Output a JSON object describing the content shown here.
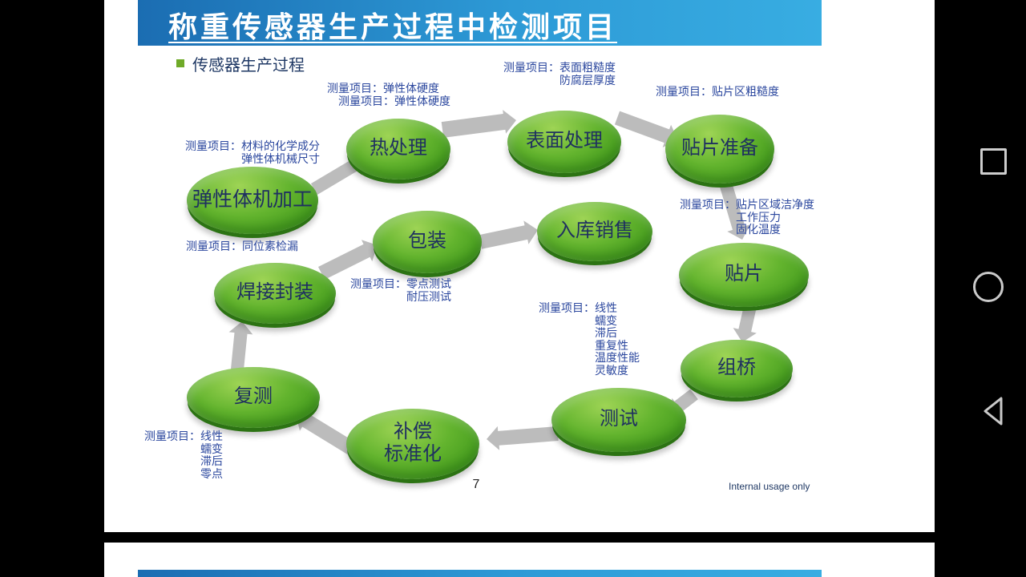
{
  "slide": {
    "title": "称重传感器生产过程中检测项目",
    "bullet": "传感器生产过程",
    "page_number": "7",
    "footer_note": "Internal usage only",
    "nodes": {
      "elastomer": "弹性体机加工",
      "heat": "热处理",
      "surface": "表面处理",
      "patch_prep": "贴片准备",
      "patch": "贴片",
      "bridge": "组桥",
      "test": "测试",
      "compensation": "补偿\n标准化",
      "retest": "复测",
      "weld": "焊接封装",
      "package": "包装",
      "sales": "入库销售"
    },
    "annotations": {
      "elastomer": "测量项目：材料的化学成分\n　　　　　弹性体机械尺寸",
      "heat": "测量项目：弹性体硬度\n　测量项目：弹性体硬度",
      "surface": "测量项目：表面粗糙度\n　　　　　防腐层厚度",
      "patch_prep": "测量项目：贴片区粗糙度",
      "patch": "测量项目：贴片区域洁净度\n　　　　　工作压力\n　　　　　固化温度",
      "test": "测量项目：线性\n　　　　　蠕变\n　　　　　滞后\n　　　　　重复性\n　　　　　温度性能\n　　　　　灵敏度",
      "weld": "测量项目：同位素检漏",
      "package": "测量项目：零点测试\n　　　　　耐压测试",
      "retest": "测量项目：线性\n　　　　　蠕变\n　　　　　滞后\n　　　　　零点"
    },
    "colors": {
      "title_bar_start": "#1b6db2",
      "title_bar_end": "#38ade2",
      "node_green": "#63b42e",
      "node_green_dark": "#2c7313",
      "annotation_blue": "#2b479e",
      "arrow_gray": "#bcbcbc"
    }
  },
  "android_nav": {
    "icons": [
      "recents-icon",
      "home-icon",
      "back-icon"
    ]
  }
}
